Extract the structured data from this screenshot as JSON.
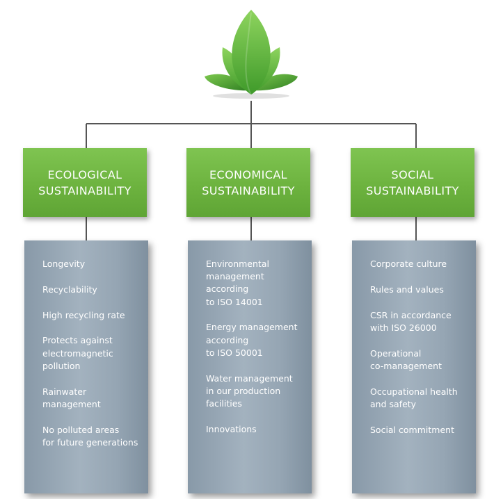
{
  "columns": [
    {
      "id": "ecological",
      "title": "ECOLOGICAL\nSUSTAINABILITY",
      "items": [
        "Longevity",
        "Recyclability",
        "High recycling rate",
        "Protects against\nelectromagnetic\npollution",
        "Rainwater\nmanagement",
        "No polluted areas\nfor future generations"
      ]
    },
    {
      "id": "economical",
      "title": "ECONOMICAL\nSUSTAINABILITY",
      "items": [
        "Environmental\nmanagement\naccording\nto ISO 14001",
        "Energy management\naccording\nto ISO 50001",
        "Water management\nin our production\nfacilities",
        "Innovations"
      ]
    },
    {
      "id": "social",
      "title": "SOCIAL\nSUSTAINABILITY",
      "items": [
        "Corporate culture",
        "Rules and values",
        "CSR in accordance\nwith ISO 26000",
        "Operational\nco-management",
        "Occupational health\nand safety",
        "Social commitment"
      ]
    }
  ],
  "colors": {
    "header_green": "#6db33f",
    "leaf_green": "#5fb83a",
    "card_steel": "#9aa9b6",
    "connector": "#555555"
  },
  "icons": {
    "logo": "lotus-leaf-icon"
  }
}
